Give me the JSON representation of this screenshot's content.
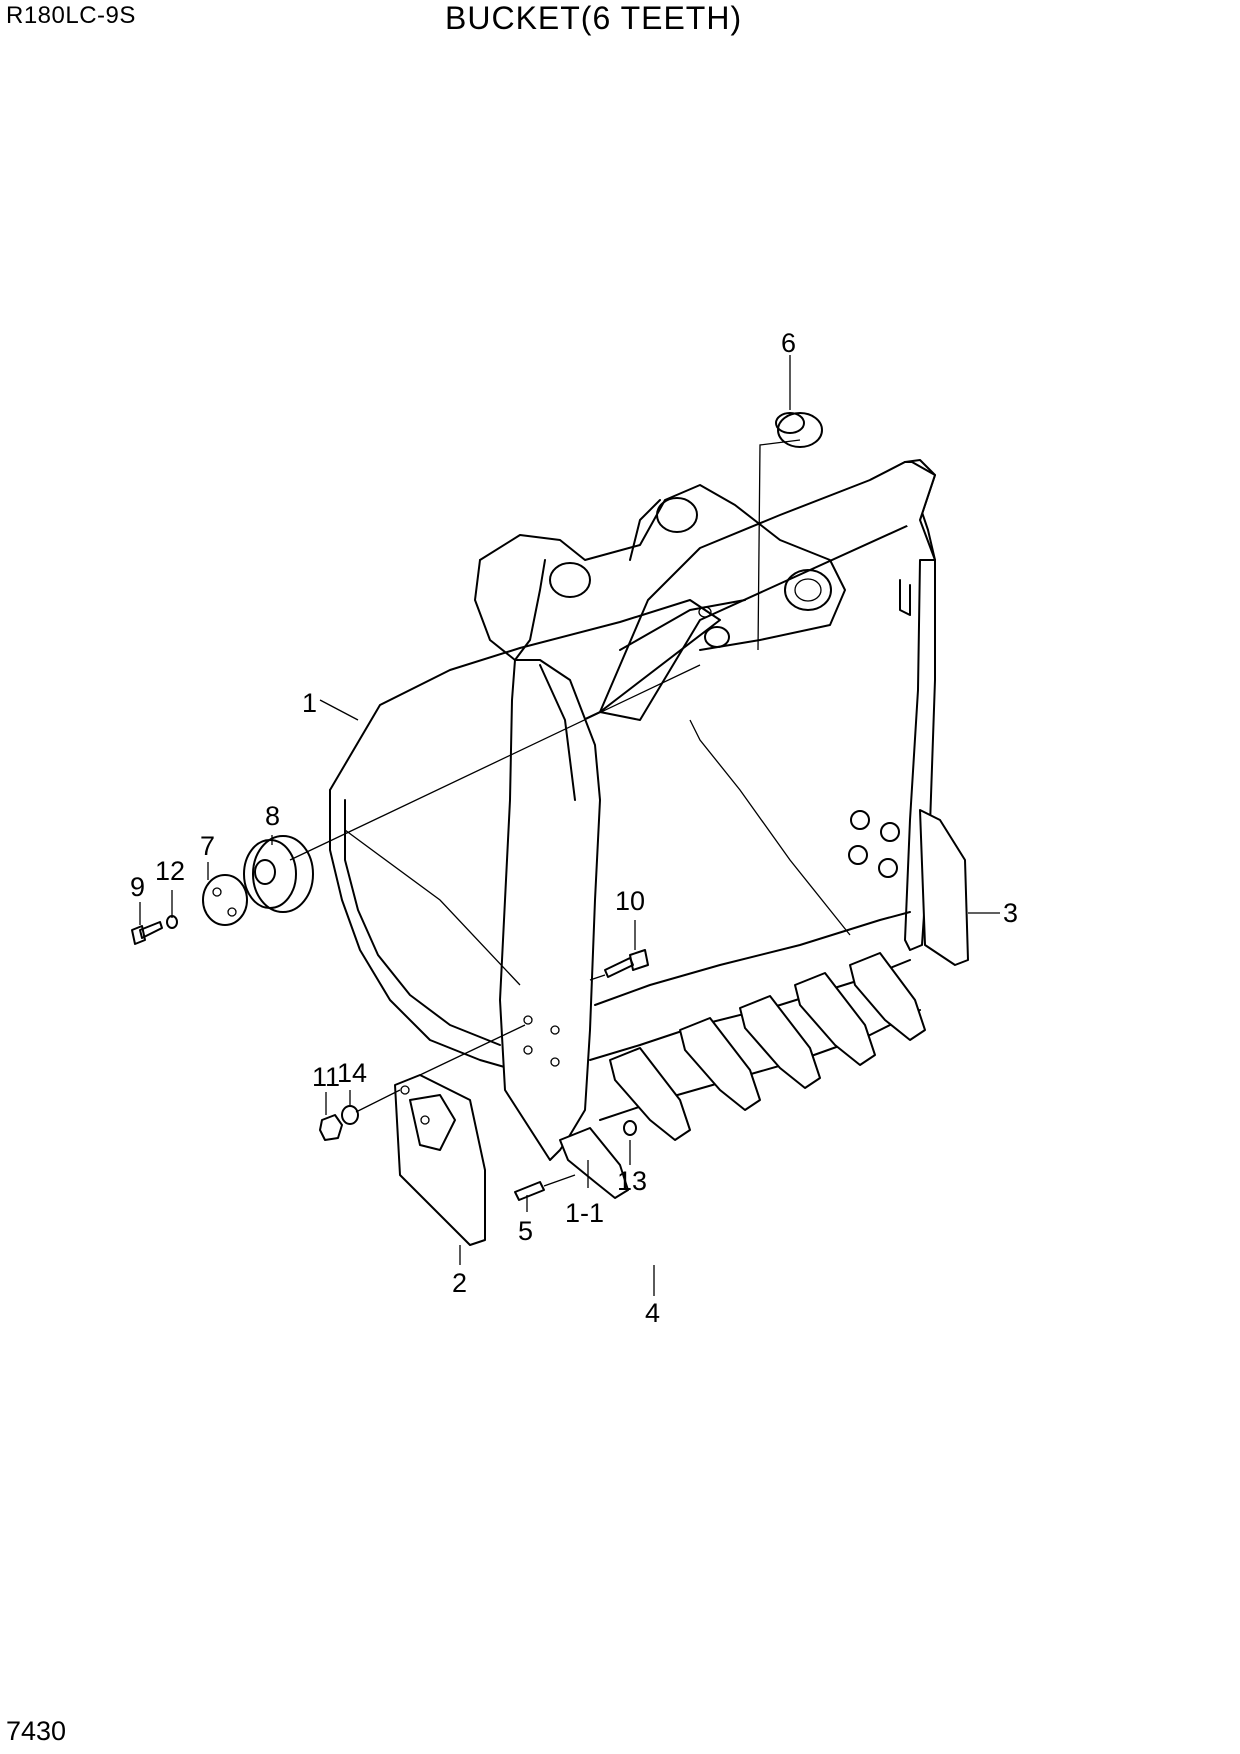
{
  "header": {
    "model": "R180LC-9S",
    "title": "BUCKET(6 TEETH)"
  },
  "footer": {
    "page_number": "7430"
  },
  "callouts": {
    "c1": "1",
    "c1_1": "1-1",
    "c2": "2",
    "c3": "3",
    "c4": "4",
    "c5": "5",
    "c6": "6",
    "c7": "7",
    "c8": "8",
    "c9": "9",
    "c10": "10",
    "c11": "11",
    "c12": "12",
    "c13": "13",
    "c14": "14"
  }
}
